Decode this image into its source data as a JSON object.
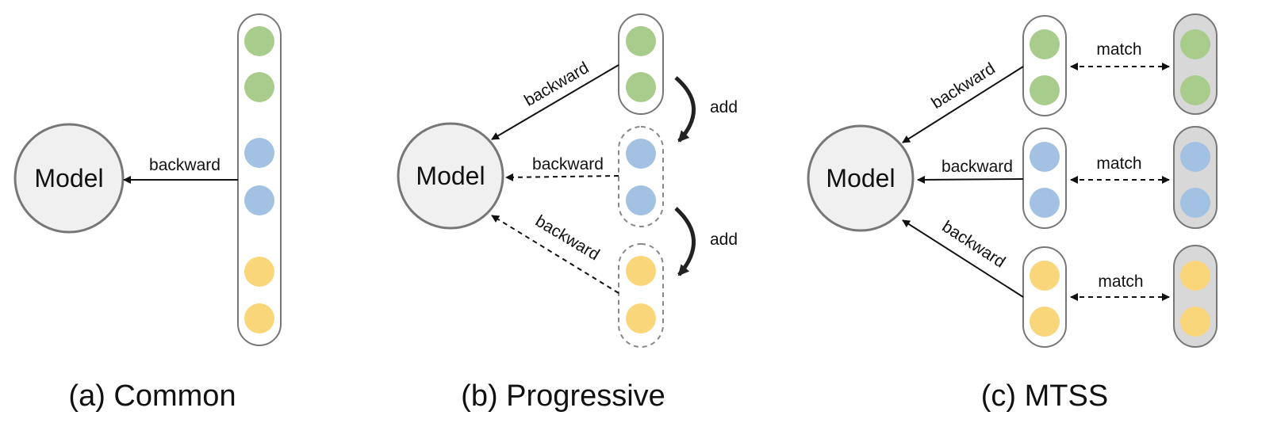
{
  "colors": {
    "green": "#A8CC8C",
    "blue": "#A3C2E3",
    "yellow": "#F9D67A",
    "model_fill": "#F0F0F0",
    "model_stroke": "#777777",
    "match_fill": "#D8D8D8"
  },
  "panels": {
    "common": {
      "model_label": "Model",
      "edge_label": "backward",
      "caption": "(a) Common"
    },
    "progressive": {
      "model_label": "Model",
      "edge_labels": [
        "backward",
        "backward",
        "backward"
      ],
      "add_labels": [
        "add",
        "add"
      ],
      "caption": "(b) Progressive"
    },
    "mtss": {
      "model_label": "Model",
      "edge_labels": [
        "backward",
        "backward",
        "backward"
      ],
      "match_labels": [
        "match",
        "match",
        "match"
      ],
      "caption": "(c) MTSS"
    }
  }
}
